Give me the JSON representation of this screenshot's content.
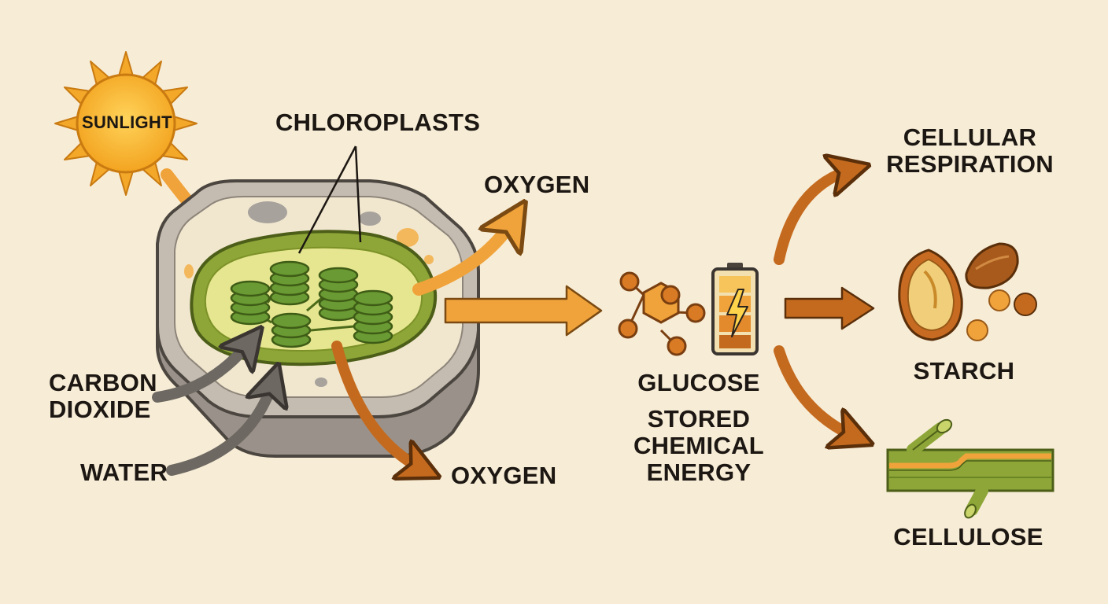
{
  "labels": {
    "sunlight": "SUNLIGHT",
    "chloroplasts": "CHLOROPLASTS",
    "oxygen_top": "OXYGEN",
    "oxygen_bottom": "OXYGEN",
    "carbon_dioxide_line1": "CARBON",
    "carbon_dioxide_line2": "DIOXIDE",
    "water": "WATER",
    "glucose": "GLUCOSE",
    "stored_line1": "STORED",
    "stored_line2": "CHEMICAL",
    "stored_line3": "ENERGY",
    "cellular_line1": "CELLULAR",
    "cellular_line2": "RESPIRATION",
    "starch": "STARCH",
    "cellulose": "CELLULOSE"
  },
  "colors": {
    "background": "#f7ecd6",
    "sun": "#f6b52c",
    "leaf_green": "#7f9a2c",
    "chloroplast_green": "#5e8a2a",
    "arrow_light": "#f0a33a",
    "arrow_dark": "#c46a1e",
    "arrow_gray": "#6d6862",
    "text": "#1c1712"
  },
  "icons": [
    "sun-icon",
    "plant-cell-icon",
    "glucose-molecule-icon",
    "battery-icon",
    "seed-icon",
    "plant-stem-icon"
  ]
}
